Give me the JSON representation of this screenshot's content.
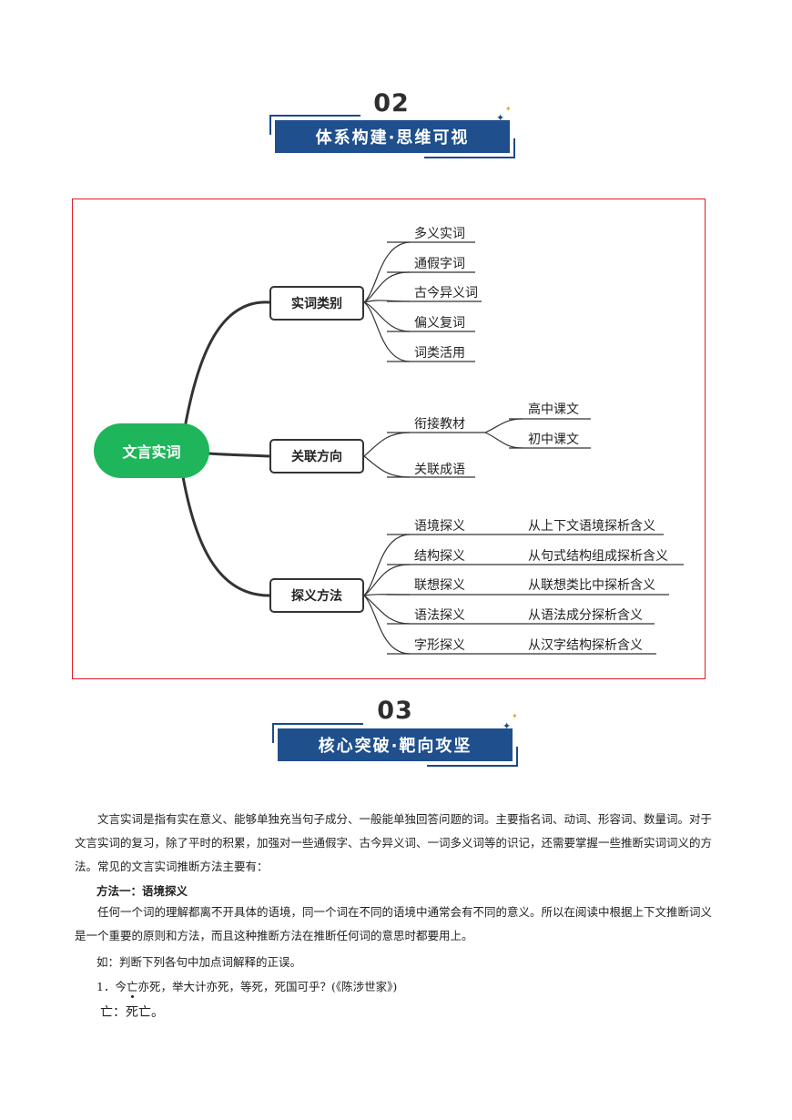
{
  "section2": {
    "number": "02",
    "title": "体系构建·思维可视",
    "spark_colors": [
      "#1c4a86",
      "#e0a030"
    ]
  },
  "mindmap": {
    "root": "文言实词",
    "branches": [
      {
        "label": "实词类别",
        "leaves": [
          "多义实词",
          "通假字词",
          "古今异义词",
          "偏义复词",
          "词类活用"
        ]
      },
      {
        "label": "关联方向",
        "leaves": [
          "衔接教材",
          "关联成语"
        ],
        "subleaves": [
          "高中课文",
          "初中课文"
        ]
      },
      {
        "label": "探义方法",
        "leaves": [
          "语境探义",
          "结构探义",
          "联想探义",
          "语法探义",
          "字形探义"
        ],
        "details": [
          "从上下文语境探析含义",
          "从句式结构组成探析含义",
          "从联想类比中探析含义",
          "从语法成分探析含义",
          "从汉字结构探析含义"
        ]
      }
    ],
    "colors": {
      "root_fill": "#1fb55a",
      "frame": "#e01b24",
      "lines": "#333333"
    }
  },
  "section3": {
    "number": "03",
    "title": "核心突破·靶向攻坚"
  },
  "body": {
    "intro": "文言实词是指有实在意义、能够单独充当句子成分、一般能单独回答问题的词。主要指名词、动词、形容词、数量词。对于文言实词的复习，除了平时的积累，加强对一些通假字、古今异义词、一词多义词等的识记，还需要掌握一些推断实词词义的方法。常见的文言实词推断方法主要有：",
    "method1_title": "方法一：语境探义",
    "method1_text": "任何一个词的理解都离不开具体的语境，同一个词在不同的语境中通常会有不同的意义。所以在阅读中根据上下文推断词义是一个重要的原则和方法，而且这种推断方法在推断任何词的意思时都要用上。",
    "example_intro": "如：判断下列各句中加点词解释的正误。",
    "example1_prefix": "1．今",
    "example1_dotted": "亡",
    "example1_suffix": "亦死，举大计亦死，等死，死国可乎？(《陈涉世家》)",
    "answer1": "亡：死亡。"
  }
}
